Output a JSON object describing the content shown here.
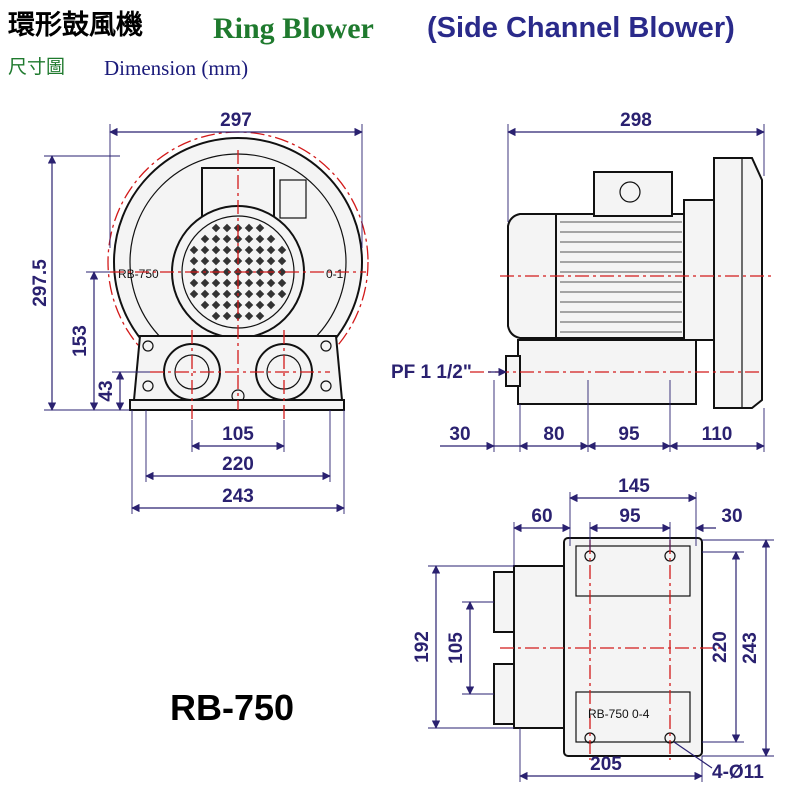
{
  "header": {
    "title_zh": "環形鼓風機",
    "title_en": "Ring Blower",
    "title_alt": "(Side Channel Blower)",
    "subtitle_zh": "尺寸圖",
    "subtitle_en": "Dimension (mm)"
  },
  "model": "RB-750",
  "front_view": {
    "nameplate_left": "RB-750",
    "nameplate_right": "0-1",
    "dim_width_top": "297",
    "dim_height_total": "297.5",
    "dim_height_center": "153",
    "dim_height_base": "43",
    "dim_port_spacing": "105",
    "dim_base_inner": "220",
    "dim_base_outer": "243"
  },
  "side_view": {
    "dim_length": "298",
    "port_label": "PF 1 1/2\"",
    "dim_seg_1": "30",
    "dim_seg_2": "80",
    "dim_seg_3": "95",
    "dim_seg_4": "110"
  },
  "bottom_view": {
    "dim_top_total": "145",
    "dim_top_left": "60",
    "dim_top_mid": "95",
    "dim_top_right": "30",
    "dim_left_outer": "192",
    "dim_left_inner": "105",
    "dim_right_inner": "220",
    "dim_right_outer": "243",
    "dim_bottom": "205",
    "plate_label": "RB-750  0-4",
    "holes_label": "4-Ø11"
  }
}
